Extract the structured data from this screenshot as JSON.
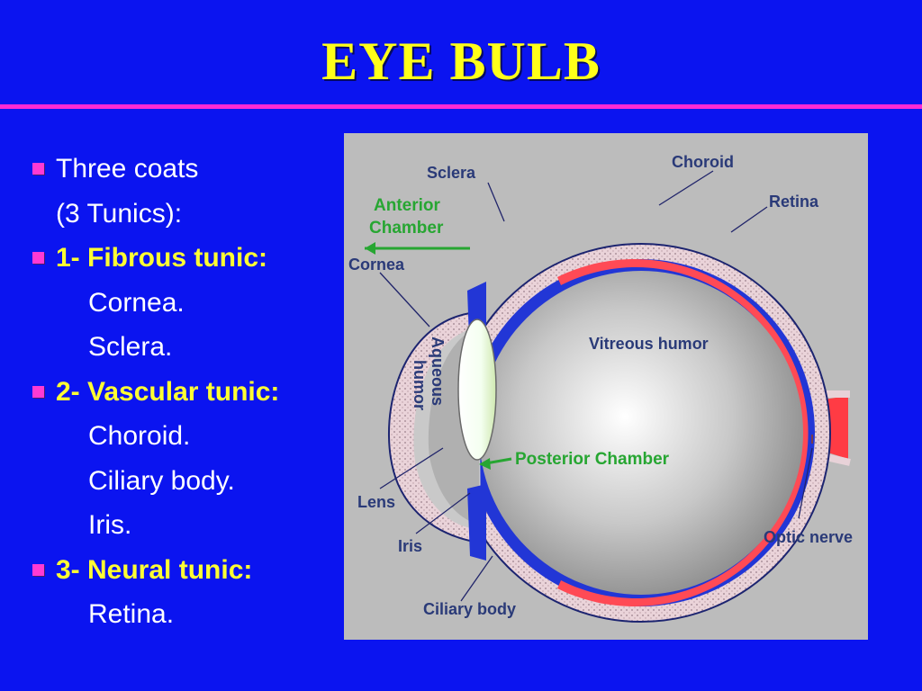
{
  "slide": {
    "title": "EYE BULB",
    "bullets": [
      {
        "text": "Three coats",
        "kind": "bul"
      },
      {
        "text": "(3 Tunics):",
        "kind": "cont1"
      },
      {
        "text": "1- Fibrous tunic:",
        "kind": "bul-hd"
      },
      {
        "text": "Cornea.",
        "kind": "sub"
      },
      {
        "text": "Sclera.",
        "kind": "sub"
      },
      {
        "text": "2- Vascular tunic:",
        "kind": "bul-hd"
      },
      {
        "text": "Choroid.",
        "kind": "sub"
      },
      {
        "text": "Ciliary body.",
        "kind": "sub"
      },
      {
        "text": "Iris.",
        "kind": "sub"
      },
      {
        "text": "3- Neural tunic:",
        "kind": "bul-hd"
      },
      {
        "text": "Retina.",
        "kind": "sub"
      }
    ]
  },
  "diagram": {
    "labels": {
      "sclera": "Sclera",
      "choroid": "Choroid",
      "retina": "Retina",
      "anterior": "Anterior",
      "chamber": "Chamber",
      "cornea": "Cornea",
      "aqueous": "Aqueous",
      "humor": "humor",
      "vitreous": "Vitreous humor",
      "posterior": "Posterior Chamber",
      "lens": "Lens",
      "iris": "Iris",
      "ciliary": "Ciliary body",
      "optic": "Optic nerve"
    },
    "colors": {
      "background": "#bcbcbc",
      "sclera": "#e8d2d8",
      "choroid": "#2236d6",
      "retina": "#ff4a55",
      "label": "#2a3a78",
      "arrow_label": "#27a632"
    }
  }
}
